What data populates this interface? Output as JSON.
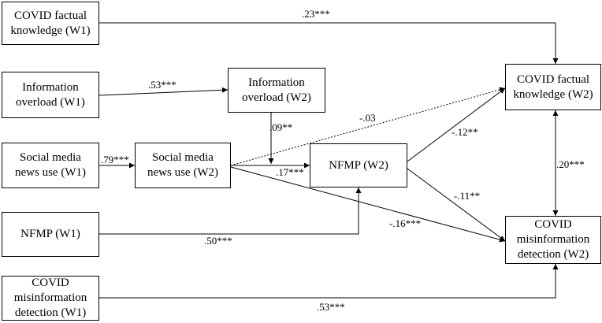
{
  "nodes": {
    "kw1": {
      "text": "COVID factual\nknowledge (W1)"
    },
    "io1": {
      "text": "Information\noverload (W1)"
    },
    "sm1": {
      "text": "Social media\nnews use (W1)"
    },
    "nf1": {
      "text": "NFMP (W1)"
    },
    "md1": {
      "text": "COVID\nmisinformation\ndetection (W1)"
    },
    "io2": {
      "text": "Information\noverload (W2)"
    },
    "sm2": {
      "text": "Social media\nnews use (W2)"
    },
    "nf2": {
      "text": "NFMP (W2)"
    },
    "kw2": {
      "text": "COVID factual\nknowledge (W2)"
    },
    "md2": {
      "text": "COVID\nmisinformation\ndetection (W2)"
    }
  },
  "paths": {
    "kw1_kw2": ".23***",
    "io1_io2": ".53***",
    "sm1_sm2": ".79***",
    "nf1_nf2": ".50***",
    "md1_md2": ".53***",
    "io2_mod": ".09**",
    "sm2_nf2": ".17***",
    "sm2_kw2": "-.03",
    "sm2_md2": "-.16***",
    "nf2_kw2": "-.12**",
    "nf2_md2": "-.11**",
    "kw2_md2": ".20***"
  }
}
